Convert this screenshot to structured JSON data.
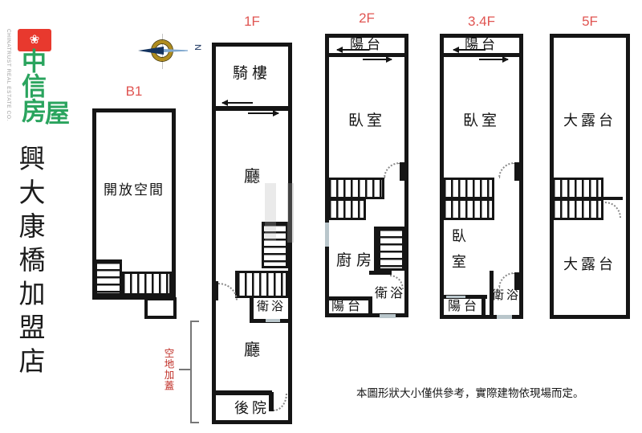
{
  "colors": {
    "wall": "#151515",
    "floor_label_red": "#e05552",
    "annotation_red": "#c03028",
    "logo_green": "#2aa45e",
    "logo_red": "#e8392e",
    "window_gray": "#b9c6cb",
    "compass_needle_blue": "#14335f",
    "compass_ring_gold": "#b08c1c"
  },
  "brand": {
    "company_name_vertical": "CHINATRUST REAL ESTATE CO.",
    "logo_flower_icon": "❀",
    "logo_text_main": "中信房",
    "logo_text_last": "屋",
    "store_name": "興大康橋加盟店"
  },
  "compass": {
    "north_label": "N"
  },
  "floors": {
    "b1": {
      "label": "B1",
      "open_space": "開放空間"
    },
    "f1": {
      "label": "1F",
      "arcade": "騎樓",
      "hall_upper": "廳",
      "bath": "衛浴",
      "hall_lower": "廳",
      "backyard": "後院",
      "annotation": "空地加蓋"
    },
    "f2": {
      "label": "2F",
      "balcony_top": "陽台",
      "bedroom": "臥室",
      "kitchen": "廚房",
      "balcony_bottom": "陽台",
      "bath": "衛浴"
    },
    "f34": {
      "label": "3.4F",
      "balcony_top": "陽台",
      "bedroom_top": "臥室",
      "bedroom_mid": "臥室",
      "balcony_bottom": "陽台",
      "bath": "衛浴"
    },
    "f5": {
      "label": "5F",
      "terrace_top": "大露台",
      "terrace_bottom": "大露台"
    }
  },
  "footer": {
    "disclaimer": "本圖形狀大小僅供參考，實際建物依現場而定。"
  }
}
